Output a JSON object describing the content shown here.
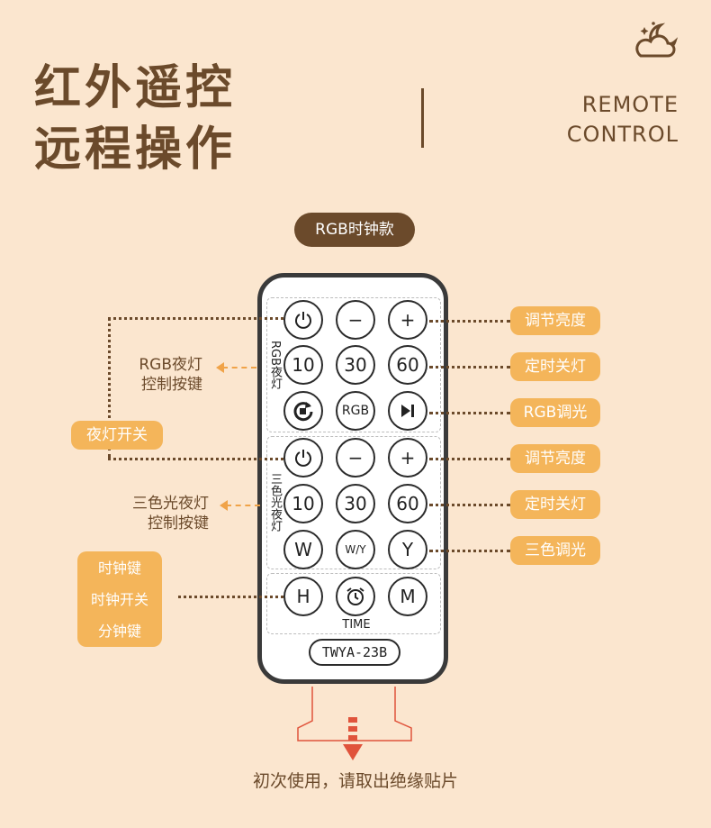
{
  "header": {
    "title_cn_line1": "红外遥控",
    "title_cn_line2": "远程操作",
    "title_en_line1": "REMOTE",
    "title_en_line2": "CONTROL",
    "icon": "moon-cloud-icon"
  },
  "model_pill": "RGB时钟款",
  "remote": {
    "section1_label": "RGB夜灯",
    "section2_label": "三色光夜灯",
    "row1": {
      "b1": "power-icon",
      "b2": "−",
      "b3": "+"
    },
    "row2": {
      "b1": "10",
      "b2": "30",
      "b3": "60"
    },
    "row3": {
      "b1": "cycle-icon",
      "b2": "RGB",
      "b3": "play-pause-icon"
    },
    "row4": {
      "b1": "power-icon",
      "b2": "−",
      "b3": "+"
    },
    "row5": {
      "b1": "10",
      "b2": "30",
      "b3": "60"
    },
    "row6": {
      "b1": "W",
      "b2": "W/Y",
      "b3": "Y"
    },
    "row7": {
      "b1": "H",
      "b2": "alarm-icon",
      "b3": "M"
    },
    "time_label": "TIME",
    "model": "TWYA-23B"
  },
  "right_labels": [
    "调节亮度",
    "定时关灯",
    "RGB调光",
    "调节亮度",
    "定时关灯",
    "三色调光"
  ],
  "left": {
    "rgb_keys_line1": "RGB夜灯",
    "rgb_keys_line2": "控制按键",
    "night_switch": "夜灯开关",
    "tri_keys_line1": "三色光夜灯",
    "tri_keys_line2": "控制按键",
    "clock_items": [
      "时钟键",
      "时钟开关",
      "分钟键"
    ]
  },
  "tip": "初次使用，请取出绝缘贴片",
  "colors": {
    "background": "#fbe6cf",
    "brown": "#6b4a2b",
    "orange": "#f4b55a",
    "red_arrow": "#e0533b"
  }
}
